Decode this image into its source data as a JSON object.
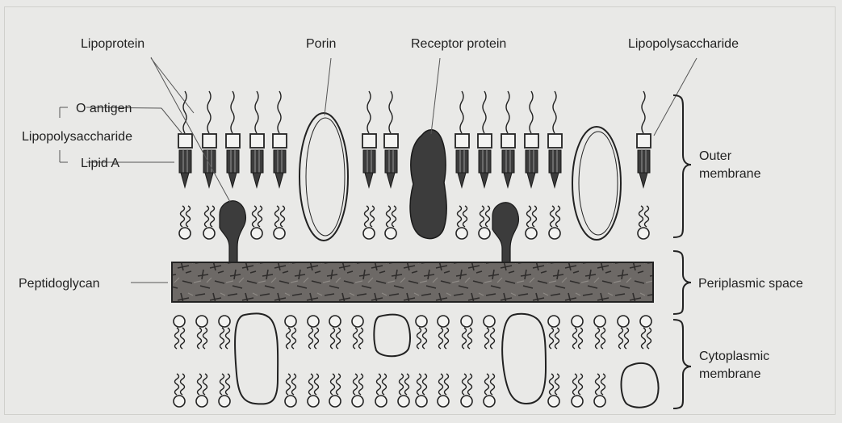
{
  "diagram": {
    "labels": {
      "lipoprotein": "Lipoprotein",
      "porin": "Porin",
      "receptor_protein": "Receptor protein",
      "lipopolysaccharide_top": "Lipopolysaccharide",
      "o_antigen": "O antigen",
      "lipopolysaccharide_left": "Lipopolysaccharide",
      "lipid_a": "Lipid A",
      "peptidoglycan": "Peptidoglycan",
      "outer_membrane_1": "Outer",
      "outer_membrane_2": "membrane",
      "periplasmic_space": "Periplasmic space",
      "cytoplasmic_membrane_1": "Cytoplasmic",
      "cytoplasmic_membrane_2": "membrane"
    },
    "colors": {
      "background": "#e9e9e7",
      "ink": "#222222",
      "protein_fill": "#3c3c3c",
      "peptidoglycan_fill": "#6b6764"
    }
  }
}
